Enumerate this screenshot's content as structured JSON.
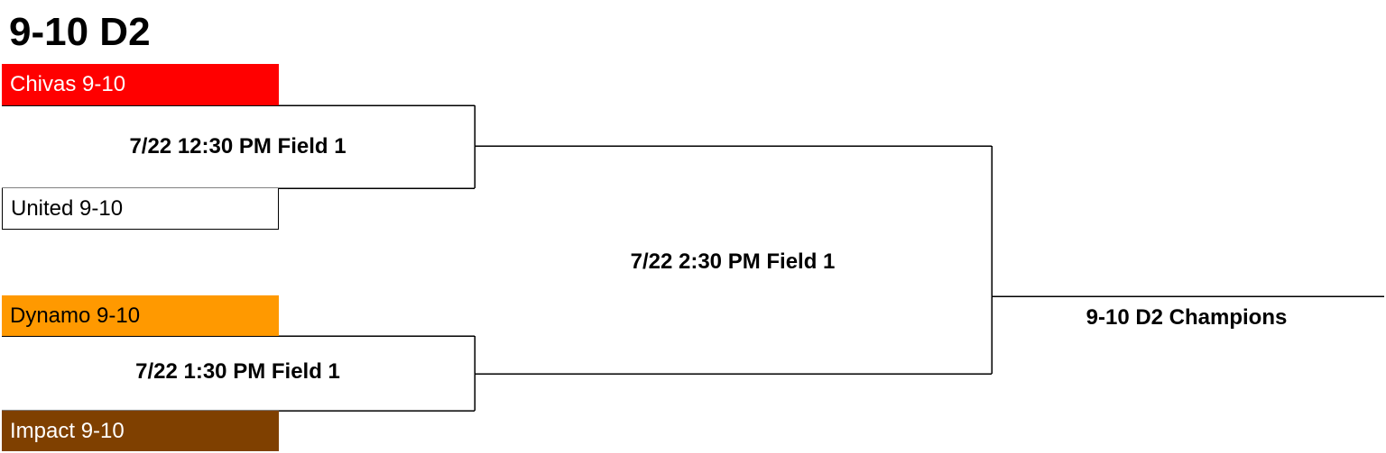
{
  "title": "9-10 D2",
  "colors": {
    "chivas": "#ff0000",
    "united": "#ffffff",
    "dynamo": "#ff9900",
    "impact": "#7f4000"
  },
  "round1": [
    {
      "game_label": "7/22 12:30 PM Field 1",
      "home": {
        "name": "Chivas 9-10",
        "color_key": "chivas"
      },
      "away": {
        "name": "United 9-10",
        "color_key": "united"
      }
    },
    {
      "game_label": "7/22 1:30 PM Field 1",
      "home": {
        "name": "Dynamo 9-10",
        "color_key": "dynamo"
      },
      "away": {
        "name": "Impact 9-10",
        "color_key": "impact"
      }
    }
  ],
  "final": {
    "game_label": "7/22 2:30 PM Field 1"
  },
  "champions_label": "9-10 D2 Champions"
}
